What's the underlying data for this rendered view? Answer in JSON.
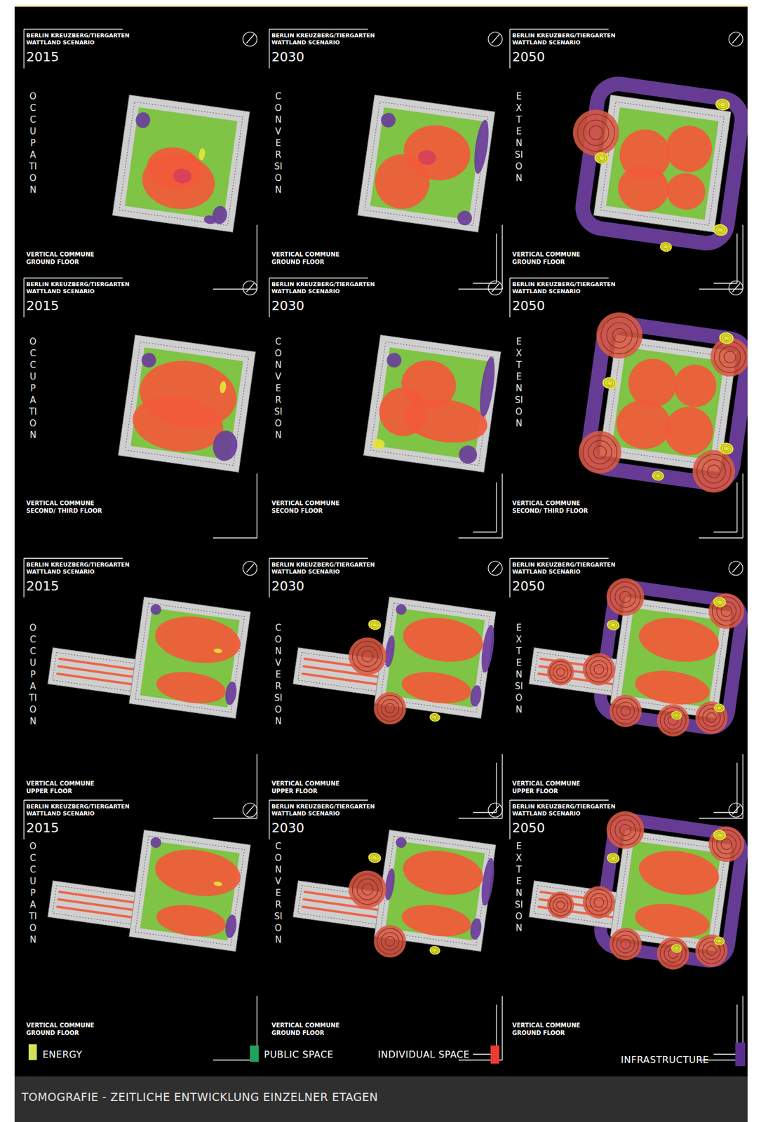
{
  "diagram": {
    "caption": "TOMOGRAFIE - ZEITLICHE ENTWICKLUNG EINZELNER ETAGEN",
    "labels": [
      "BERLIN KREUZBERG/TIERGARTEN WATTLAND SCENARIO",
      "2015",
      "OCCUPATION",
      "VERTICAL COMMUNE GROUND FLOOR",
      "BERLIN KREUZBERG/TIERGARTEN WATTLAND SCENARIO",
      "2030",
      "CONVERSION",
      "VERTICAL COMMUNE GROUND FLOOR",
      "BERLIN KREUZBERG/TIERGARTEN WATTLAND SCENARIO",
      "2050",
      "EXTENSION",
      "VERTICAL COMMUNE GROUND FLOOR",
      "BERLIN KREUZBERG/TIERGARTEN WATTLAND SCENARIO",
      "2015",
      "OCCUPATION",
      "VERTICAL COMMUNE SECOND/ THIRD FLOOR",
      "BERLIN KREUZBERG/TIERGARTEN WATTLAND SCENARIO",
      "2030",
      "CONVERSION",
      "VERTICAL COMMUNE SECOND FLOOR",
      "BERLIN KREUZBERG/TIERGARTEN WATTLAND SCENARIO",
      "2050",
      "EXTENSION",
      "VERTICAL COMMUNE SECOND/ THIRD FLOOR",
      "BERLIN KREUZBERG/TIERGARTEN WATTLAND SCENARIO",
      "2015",
      "OCCUPATION",
      "VERTICAL COMMUNE UPPER FLOOR",
      "BERLIN KREUZBERG/TIERGARTEN WATTLAND SCENARIO",
      "2030",
      "CONVERSION",
      "VERTICAL COMMUNE UPPER FLOOR",
      "BERLIN KREUZBERG/TIERGARTEN WATTLAND SCENARIO",
      "2050",
      "EXTENSION",
      "VERTICAL COMMUNE UPPER FLOOR",
      "BERLIN KREUZBERG/TIERGARTEN WATTLAND SCENARIO",
      "2015",
      "OCCUPATION",
      "VERTICAL COMMUNE GROUND FLOOR",
      "BERLIN KREUZBERG/TIERGARTEN WATTLAND SCENARIO",
      "2030",
      "CONVERSION",
      "VERTICAL COMMUNE GROUND FLOOR",
      "BERLIN KREUZBERG/TIERGARTEN WATTLAND SCENARIO",
      "2050",
      "EXTENSION",
      "VERTICAL COMMUNE GROUND FLOOR"
    ],
    "legend": [
      {
        "text": "ENERGY",
        "color": "#d4e157"
      },
      {
        "text": "PUBLIC SPACE",
        "color": "#21a35a"
      },
      {
        "text": "INDIVIDUAL SPACE",
        "color": "#ee3b2f"
      },
      {
        "text": "INFRASTRUCTURE",
        "color": "#5b2d91"
      }
    ]
  }
}
